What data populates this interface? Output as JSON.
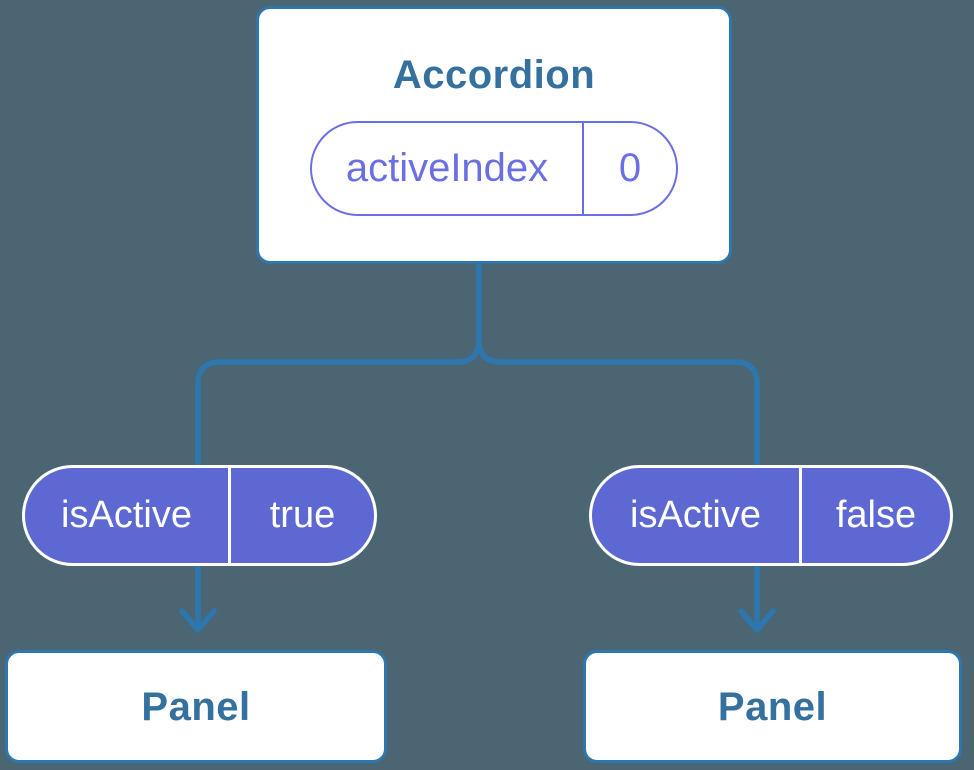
{
  "diagram": {
    "type": "component-state-tree",
    "root_node": {
      "title": "Accordion",
      "state_pill": {
        "label": "activeIndex",
        "value": "0"
      }
    },
    "child_pills": [
      {
        "label": "isActive",
        "value": "true"
      },
      {
        "label": "isActive",
        "value": "false"
      }
    ],
    "panels": [
      {
        "title": "Panel"
      },
      {
        "title": "Panel"
      }
    ],
    "colors": {
      "background": "#4C6572",
      "connector_blue": "#2E76AE",
      "heading_blue": "#35719E",
      "pill_fill_purple": "#5E68D2",
      "pill_outline_purple": "#6A6FE4",
      "card_white": "#FFFFFF"
    }
  }
}
